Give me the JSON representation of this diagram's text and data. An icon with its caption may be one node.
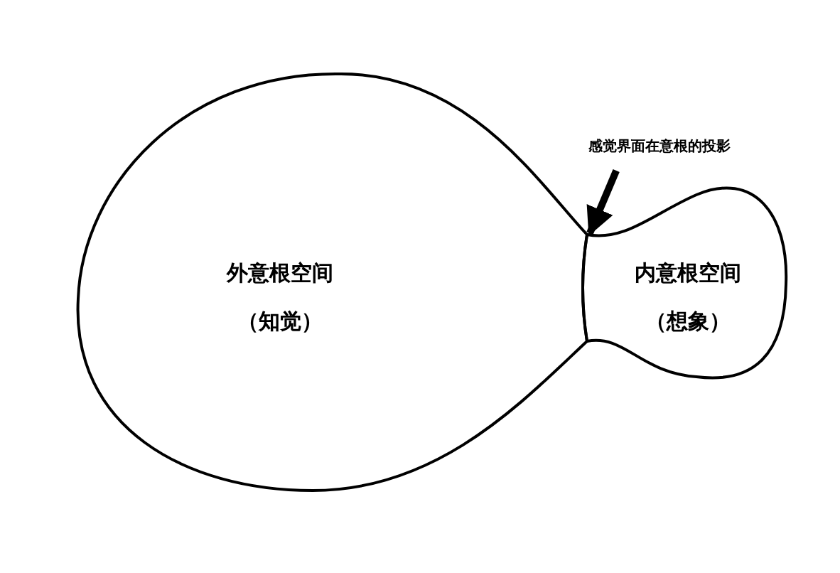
{
  "diagram": {
    "nodes": [
      {
        "text": [
          "外意根空间",
          "（知觉）"
        ]
      },
      {
        "text": [
          "内意根空间",
          "（想象）"
        ]
      },
      {
        "text": [
          "感觉界面在意根的投影"
        ]
      }
    ],
    "edges": [
      {
        "from": 2,
        "to": 1,
        "arrow": "to"
      }
    ]
  }
}
